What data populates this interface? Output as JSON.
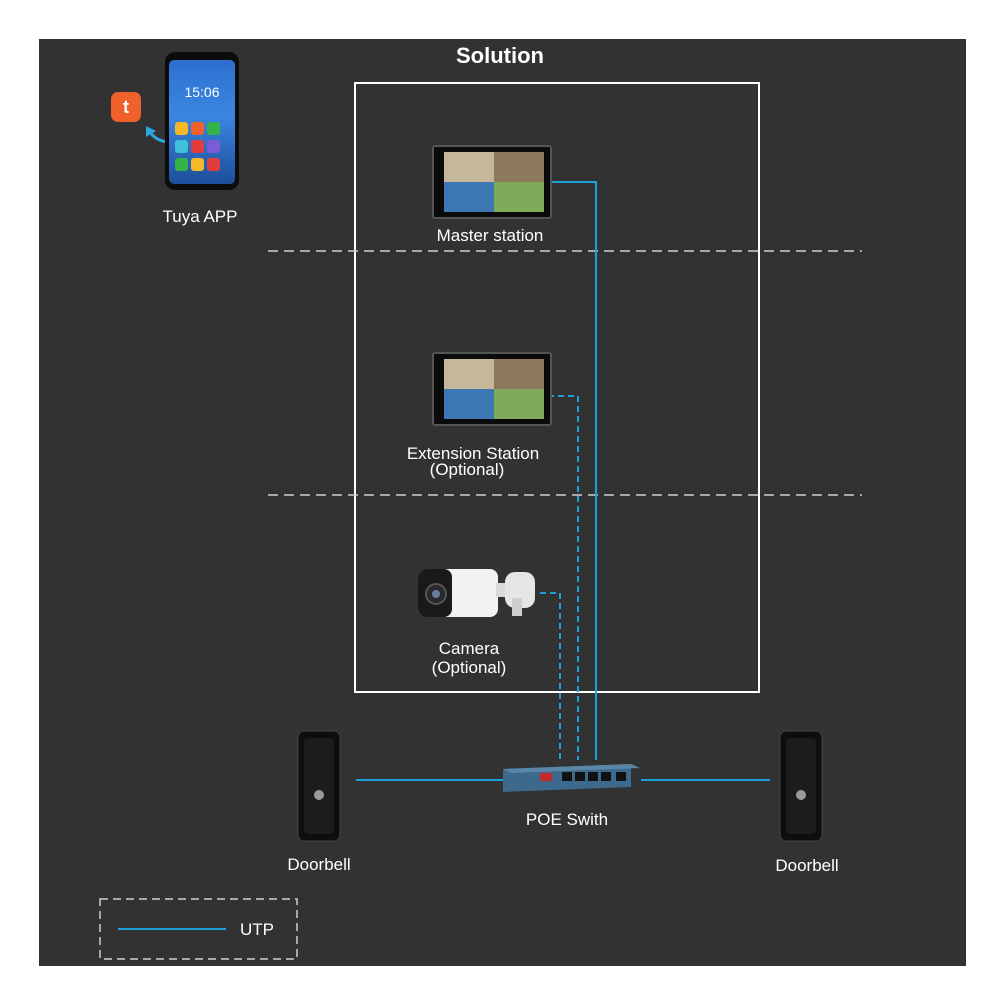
{
  "title": "Solution",
  "devices": {
    "app": {
      "label": "Tuya APP",
      "clock": "15:06",
      "logo_letter": "t"
    },
    "master": {
      "label": "Master station"
    },
    "extension": {
      "label_line1": "Extension Station",
      "label_line2": "(Optional)"
    },
    "camera": {
      "label_line1": "Camera",
      "label_line2": "(Optional)"
    },
    "switch": {
      "label": "POE Swith"
    },
    "doorbell_left": {
      "label": "Doorbell"
    },
    "doorbell_right": {
      "label": "Doorbell"
    }
  },
  "legend": {
    "line_label": "UTP"
  },
  "colors": {
    "background": "#323232",
    "cable": "#1ea0d8",
    "frame": "#ffffff",
    "tuya_orange": "#f0602a"
  }
}
